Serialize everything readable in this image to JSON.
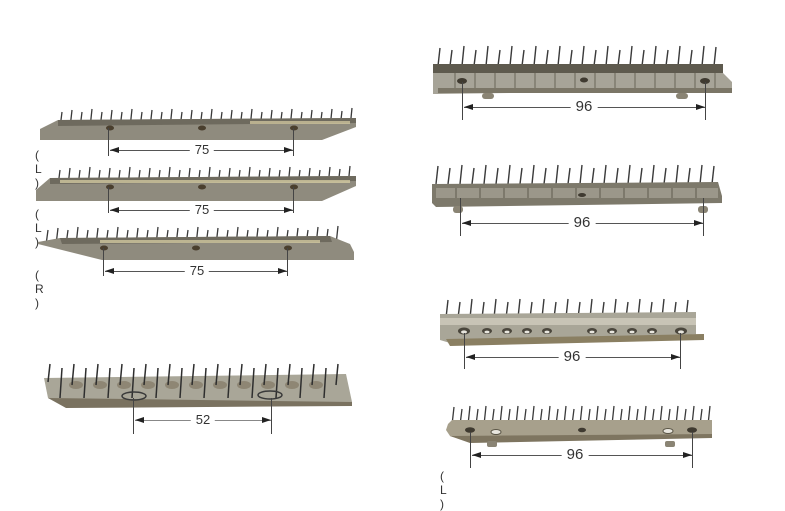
{
  "colors": {
    "background": "#ffffff",
    "steel_dark": "#6e6a5e",
    "steel_mid": "#8f8b7e",
    "steel_light": "#b7b3a6",
    "brass": "#d8cfa4",
    "pin": "#3a3a3a",
    "dimension_line": "#555555"
  },
  "parts": [
    {
      "id": "left-1",
      "dimension": "75",
      "side": "( L )"
    },
    {
      "id": "left-2",
      "dimension": "75",
      "side": "( L )"
    },
    {
      "id": "left-3",
      "dimension": "75",
      "side": "( R )"
    },
    {
      "id": "left-4",
      "dimension": "52",
      "side": ""
    },
    {
      "id": "right-1",
      "dimension": "96",
      "side": ""
    },
    {
      "id": "right-2",
      "dimension": "96",
      "side": ""
    },
    {
      "id": "right-3",
      "dimension": "96",
      "side": ""
    },
    {
      "id": "right-4",
      "dimension": "96",
      "side": "( L )"
    }
  ]
}
